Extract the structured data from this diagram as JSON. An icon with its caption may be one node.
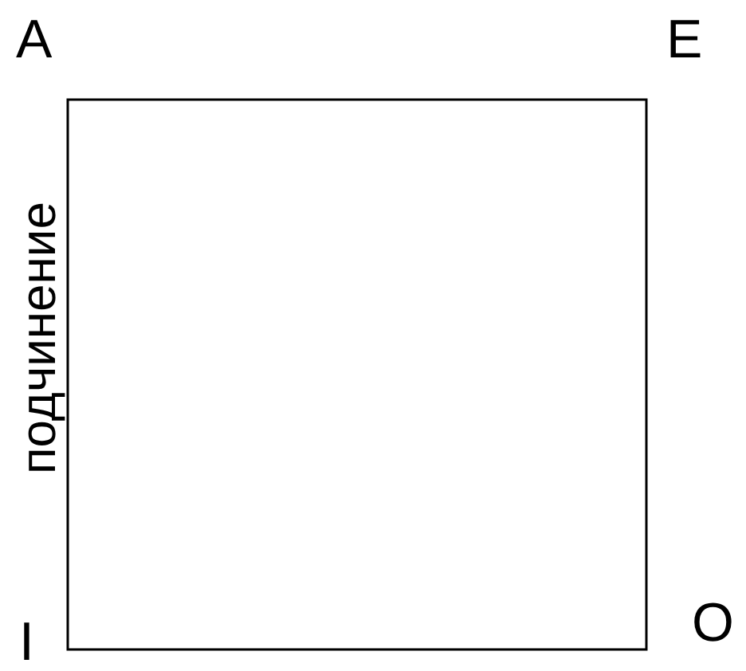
{
  "diagram": {
    "labels": [
      "A",
      "E",
      "подчинение",
      "I",
      "O"
    ]
  }
}
